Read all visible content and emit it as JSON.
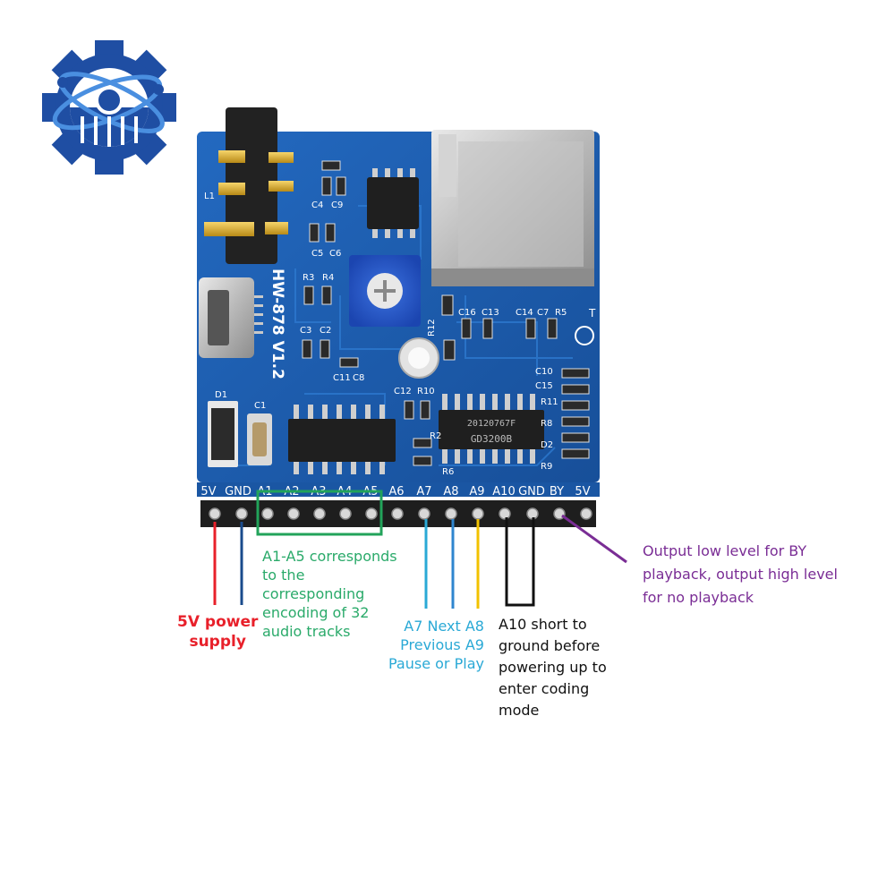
{
  "logo": {
    "icon": "atom-gear-logo-icon"
  },
  "board": {
    "model": "HW-878 V1.2",
    "ic_main": "GD3200B",
    "ic_code": "20120767F",
    "chip_labels": [
      "L1",
      "C4",
      "C9",
      "C5",
      "C6",
      "R3",
      "R4",
      "C3",
      "C2",
      "C11",
      "C8",
      "D1",
      "C1",
      "C12",
      "R10",
      "R2",
      "R6",
      "R12",
      "C16",
      "C13",
      "C14",
      "C7",
      "R5",
      "C10",
      "C15",
      "R11",
      "R8",
      "R9",
      "D2",
      "T"
    ],
    "pins": [
      "5V",
      "GND",
      "A1",
      "A2",
      "A3",
      "A4",
      "A5",
      "A6",
      "A7",
      "A8",
      "A9",
      "A10",
      "GND",
      "BY",
      "5V"
    ]
  },
  "annotations": {
    "power": {
      "lines": [
        "5V power",
        "supply"
      ],
      "color": "#e8202a"
    },
    "a1a5": {
      "lines": [
        "A1-A5 corresponds",
        "to the",
        "corresponding",
        "encoding of 32",
        "audio tracks"
      ],
      "color": "#2aaa6a"
    },
    "a7a9": {
      "lines": [
        "A7 Next A8",
        "Previous A9",
        "Pause or Play"
      ],
      "color": "#2aa9d6"
    },
    "a10": {
      "lines": [
        "A10 short to",
        "ground before",
        "powering up to",
        "enter coding",
        "mode"
      ],
      "color": "#111111"
    },
    "by": {
      "lines": [
        "Output low level for BY",
        "playback, output high level",
        "for no playback"
      ],
      "color": "#7a2d95"
    }
  },
  "colors": {
    "pcb": "#1c5fb0",
    "pcb_dark": "#16498c",
    "wire_5v": "#e8202a",
    "wire_gnd": "#1a4b8c",
    "wire_a7": "#2aa9d6",
    "wire_a8": "#2f86cf",
    "wire_a9": "#f2c200",
    "wire_a10": "#111111",
    "wire_by": "#7a2d95",
    "box_a1a5": "#22a35a"
  }
}
